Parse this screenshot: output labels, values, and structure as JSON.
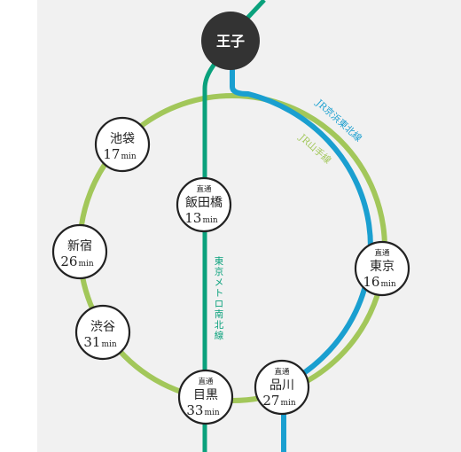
{
  "origin": {
    "name": "王子",
    "color": "#333333"
  },
  "lines": [
    {
      "id": "yamanote",
      "label": "JR山手線",
      "color": "#a2c75a"
    },
    {
      "id": "keihin",
      "label": "JR京浜東北線",
      "color": "#1a9fd0"
    },
    {
      "id": "namboku",
      "label": "東京メトロ南北線",
      "color": "#0aa17c"
    }
  ],
  "stations": [
    {
      "id": "ikebukuro",
      "name": "池袋",
      "minutes": "17",
      "unit": "min",
      "direct": ""
    },
    {
      "id": "iidabashi",
      "name": "飯田橋",
      "minutes": "13",
      "unit": "min",
      "direct": "直通"
    },
    {
      "id": "shinjuku",
      "name": "新宿",
      "minutes": "26",
      "unit": "min",
      "direct": ""
    },
    {
      "id": "shibuya",
      "name": "渋谷",
      "minutes": "31",
      "unit": "min",
      "direct": ""
    },
    {
      "id": "meguro",
      "name": "目黒",
      "minutes": "33",
      "unit": "min",
      "direct": "直通"
    },
    {
      "id": "shinagawa",
      "name": "品川",
      "minutes": "27",
      "unit": "min",
      "direct": "直通"
    },
    {
      "id": "tokyo",
      "name": "東京",
      "minutes": "16",
      "unit": "min",
      "direct": "直通"
    }
  ]
}
